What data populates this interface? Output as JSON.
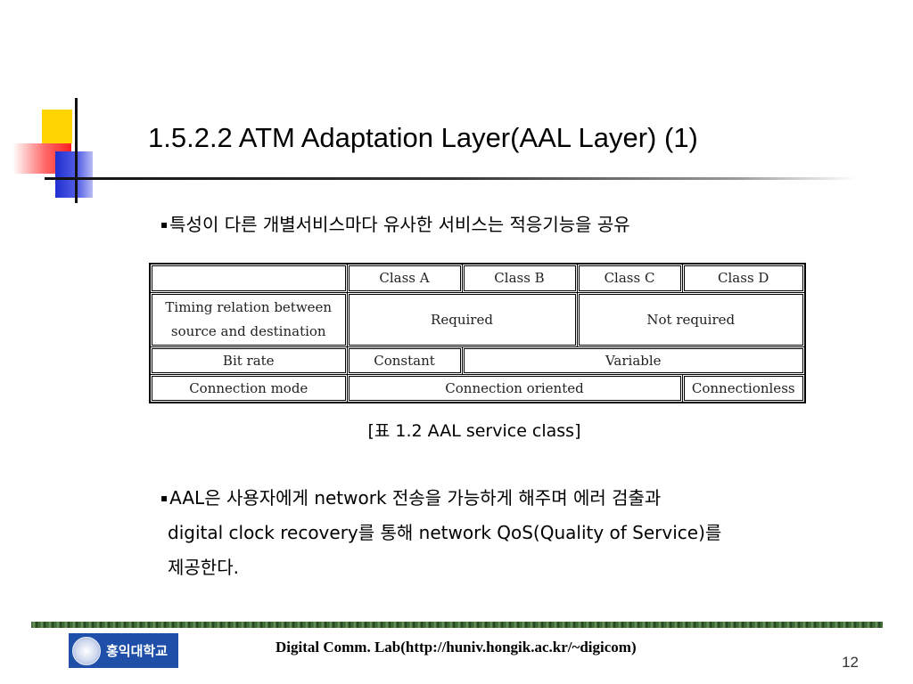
{
  "slide": {
    "title": "1.5.2.2 ATM Adaptation Layer(AAL Layer) (1)",
    "bullet_marker": "▪",
    "bullet1": "특성이 다른 개별서비스마다 유사한 서비스는 적응기능을 공유",
    "table": {
      "headers": [
        "Class A",
        "Class B",
        "Class C",
        "Class D"
      ],
      "row_timing_label_line1": "Timing relation between",
      "row_timing_label_line2": "source and destination",
      "row_timing_required": "Required",
      "row_timing_not_required": "Not required",
      "row_bitrate_label": "Bit rate",
      "row_bitrate_constant": "Constant",
      "row_bitrate_variable": "Variable",
      "row_conn_label": "Connection mode",
      "row_conn_oriented": "Connection oriented",
      "row_conn_less": "Connectionless"
    },
    "caption": "[표 1.2 AAL service class]",
    "para_line1": "AAL은 사용자에게 network 전송을 가능하게 해주며 에러 검출과",
    "para_line2": "digital clock recovery를 통해 network QoS(Quality of Service)를",
    "para_line3": "제공한다."
  },
  "footer": {
    "logo_text": "홍익대학교",
    "lab_text": "Digital Comm. Lab(http://huniv.hongik.ac.kr/~digicom)",
    "page_number": "12"
  }
}
